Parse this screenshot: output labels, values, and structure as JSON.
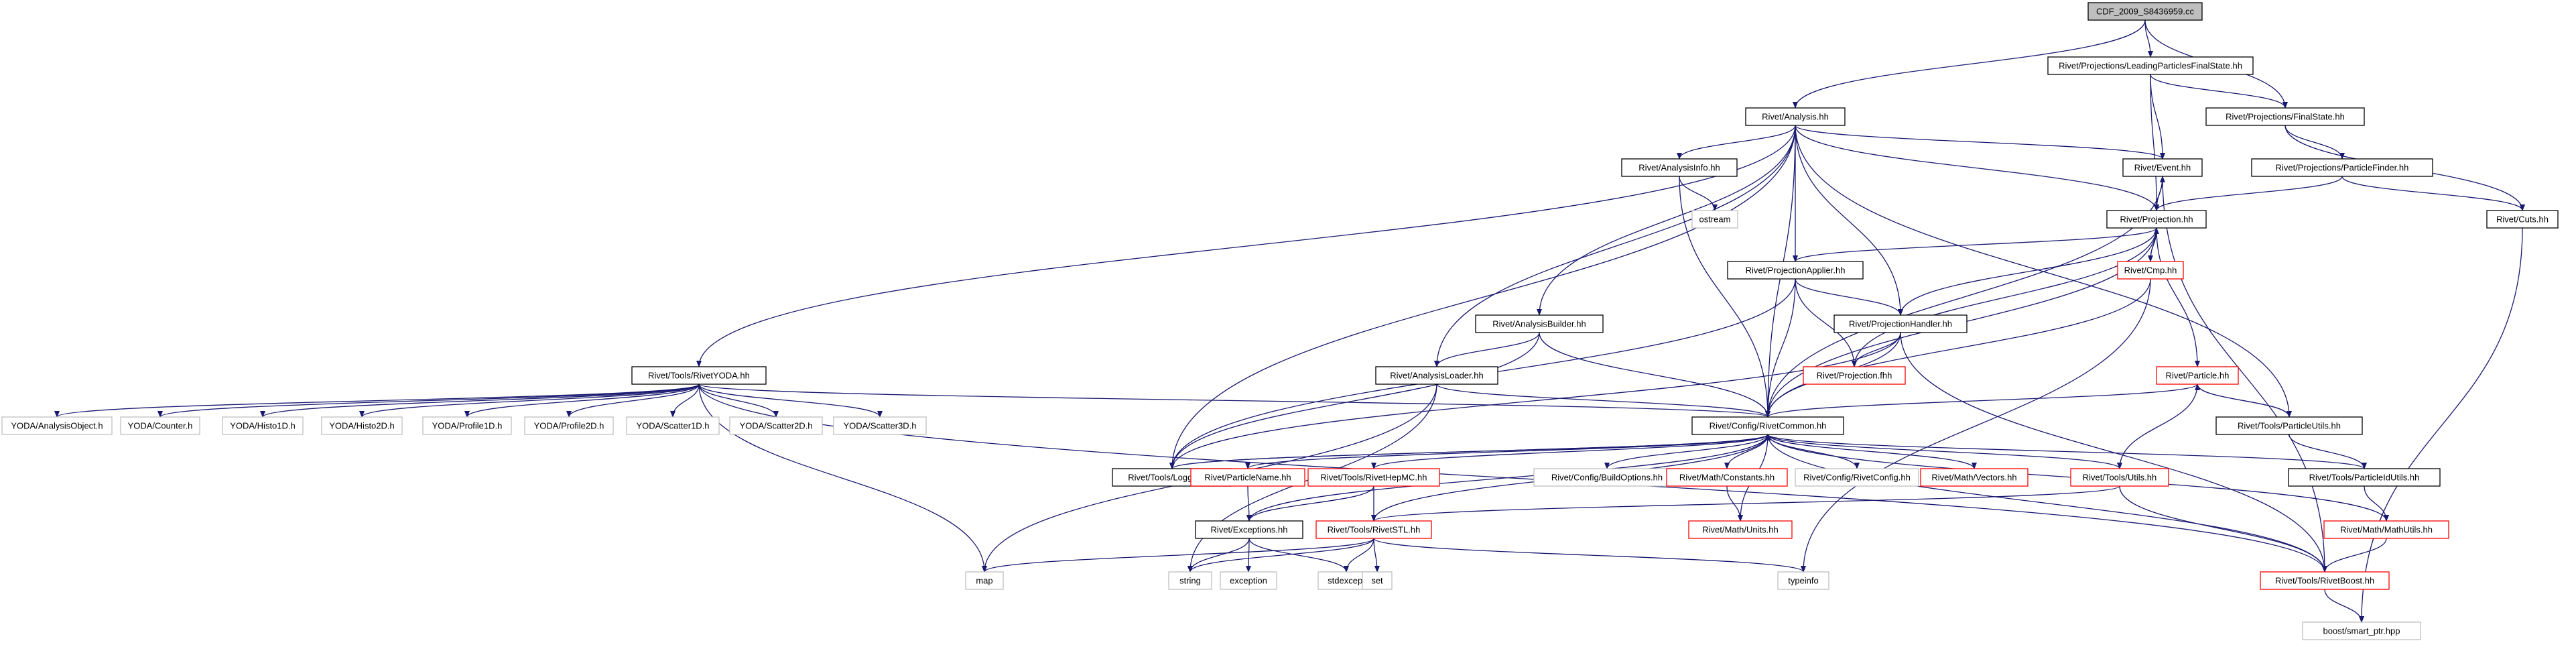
{
  "graph": {
    "root": "CDF_2009_S8436959.cc",
    "colors": {
      "edge": "#191970",
      "border_plain": "#000000",
      "border_unresolved": "#bfbfbf",
      "border_red": "#ff0000",
      "root_fill": "#bfbfbf",
      "fill": "#ffffff"
    },
    "nodes": [
      {
        "id": "root",
        "label": "CDF_2009_S8436959.cc",
        "style": "root"
      },
      {
        "id": "lpfs",
        "label": "Rivet/Projections/LeadingParticlesFinalState.hh",
        "style": "plain"
      },
      {
        "id": "analysis",
        "label": "Rivet/Analysis.hh",
        "style": "plain"
      },
      {
        "id": "finalstate",
        "label": "Rivet/Projections/FinalState.hh",
        "style": "plain"
      },
      {
        "id": "event",
        "label": "Rivet/Event.hh",
        "style": "plain"
      },
      {
        "id": "analysisinfo",
        "label": "Rivet/AnalysisInfo.hh",
        "style": "plain"
      },
      {
        "id": "particlefinder",
        "label": "Rivet/Projections/ParticleFinder.hh",
        "style": "plain"
      },
      {
        "id": "projection",
        "label": "Rivet/Projection.hh",
        "style": "plain"
      },
      {
        "id": "ostream",
        "label": "ostream",
        "style": "unresolved"
      },
      {
        "id": "cuts",
        "label": "Rivet/Cuts.hh",
        "style": "plain"
      },
      {
        "id": "projapplier",
        "label": "Rivet/ProjectionApplier.hh",
        "style": "plain"
      },
      {
        "id": "cmp",
        "label": "Rivet/Cmp.hh",
        "style": "red"
      },
      {
        "id": "analysisbuilder",
        "label": "Rivet/AnalysisBuilder.hh",
        "style": "plain"
      },
      {
        "id": "projhandler",
        "label": "Rivet/ProjectionHandler.hh",
        "style": "plain"
      },
      {
        "id": "particle",
        "label": "Rivet/Particle.hh",
        "style": "red"
      },
      {
        "id": "rivetyoda",
        "label": "Rivet/Tools/RivetYODA.hh",
        "style": "plain"
      },
      {
        "id": "analysisloader",
        "label": "Rivet/AnalysisLoader.hh",
        "style": "plain"
      },
      {
        "id": "projfhh",
        "label": "Rivet/Projection.fhh",
        "style": "red"
      },
      {
        "id": "particleutils",
        "label": "Rivet/Tools/ParticleUtils.hh",
        "style": "plain"
      },
      {
        "id": "yao",
        "label": "YODA/AnalysisObject.h",
        "style": "unresolved"
      },
      {
        "id": "ycounter",
        "label": "YODA/Counter.h",
        "style": "unresolved"
      },
      {
        "id": "yhisto1d",
        "label": "YODA/Histo1D.h",
        "style": "unresolved"
      },
      {
        "id": "yhisto2d",
        "label": "YODA/Histo2D.h",
        "style": "unresolved"
      },
      {
        "id": "yprofile1d",
        "label": "YODA/Profile1D.h",
        "style": "unresolved"
      },
      {
        "id": "yprofile2d",
        "label": "YODA/Profile2D.h",
        "style": "unresolved"
      },
      {
        "id": "yscatter1d",
        "label": "YODA/Scatter1D.h",
        "style": "unresolved"
      },
      {
        "id": "yscatter2d",
        "label": "YODA/Scatter2D.h",
        "style": "unresolved"
      },
      {
        "id": "yscatter3d",
        "label": "YODA/Scatter3D.h",
        "style": "unresolved"
      },
      {
        "id": "rivetcommon",
        "label": "Rivet/Config/RivetCommon.hh",
        "style": "plain"
      },
      {
        "id": "logging",
        "label": "Rivet/Tools/Logging.hh",
        "style": "plain"
      },
      {
        "id": "particlename",
        "label": "Rivet/ParticleName.hh",
        "style": "red"
      },
      {
        "id": "rivethepmc",
        "label": "Rivet/Tools/RivetHepMC.hh",
        "style": "red"
      },
      {
        "id": "buildoptions",
        "label": "Rivet/Config/BuildOptions.hh",
        "style": "unresolved"
      },
      {
        "id": "mathconstants",
        "label": "Rivet/Math/Constants.hh",
        "style": "red"
      },
      {
        "id": "rivetconfig",
        "label": "Rivet/Config/RivetConfig.hh",
        "style": "unresolved"
      },
      {
        "id": "mathvectors",
        "label": "Rivet/Math/Vectors.hh",
        "style": "red"
      },
      {
        "id": "toolsutils",
        "label": "Rivet/Tools/Utils.hh",
        "style": "red"
      },
      {
        "id": "particleidutils",
        "label": "Rivet/Tools/ParticleIdUtils.hh",
        "style": "plain"
      },
      {
        "id": "exceptions",
        "label": "Rivet/Exceptions.hh",
        "style": "plain"
      },
      {
        "id": "rivetstl",
        "label": "Rivet/Tools/RivetSTL.hh",
        "style": "red"
      },
      {
        "id": "mathunits",
        "label": "Rivet/Math/Units.hh",
        "style": "red"
      },
      {
        "id": "mathutils",
        "label": "Rivet/Math/MathUtils.hh",
        "style": "red"
      },
      {
        "id": "map",
        "label": "map",
        "style": "unresolved"
      },
      {
        "id": "string",
        "label": "string",
        "style": "unresolved"
      },
      {
        "id": "exception",
        "label": "exception",
        "style": "unresolved"
      },
      {
        "id": "stdexcept",
        "label": "stdexcept",
        "style": "unresolved"
      },
      {
        "id": "set",
        "label": "set",
        "style": "unresolved"
      },
      {
        "id": "typeinfo",
        "label": "typeinfo",
        "style": "unresolved"
      },
      {
        "id": "rivetboost",
        "label": "Rivet/Tools/RivetBoost.hh",
        "style": "red"
      },
      {
        "id": "smartptr",
        "label": "boost/smart_ptr.hpp",
        "style": "unresolved"
      }
    ],
    "edges": [
      [
        "root",
        "lpfs"
      ],
      [
        "root",
        "analysis"
      ],
      [
        "root",
        "finalstate"
      ],
      [
        "lpfs",
        "finalstate"
      ],
      [
        "lpfs",
        "event"
      ],
      [
        "lpfs",
        "projection"
      ],
      [
        "analysis",
        "analysisinfo"
      ],
      [
        "analysis",
        "event"
      ],
      [
        "analysis",
        "projection"
      ],
      [
        "analysis",
        "projapplier"
      ],
      [
        "analysis",
        "projhandler"
      ],
      [
        "analysis",
        "analysisbuilder"
      ],
      [
        "analysis",
        "analysisloader"
      ],
      [
        "analysis",
        "rivetyoda"
      ],
      [
        "analysis",
        "rivetcommon"
      ],
      [
        "analysis",
        "logging"
      ],
      [
        "analysis",
        "particleutils"
      ],
      [
        "finalstate",
        "particlefinder"
      ],
      [
        "finalstate",
        "cuts"
      ],
      [
        "particlefinder",
        "projection"
      ],
      [
        "particlefinder",
        "cuts"
      ],
      [
        "event",
        "projection"
      ],
      [
        "event",
        "rivetcommon"
      ],
      [
        "event",
        "rivetboost"
      ],
      [
        "analysisinfo",
        "ostream"
      ],
      [
        "analysisinfo",
        "rivetcommon"
      ],
      [
        "projection",
        "event"
      ],
      [
        "projection",
        "cmp"
      ],
      [
        "projection",
        "projapplier"
      ],
      [
        "projection",
        "projhandler"
      ],
      [
        "projection",
        "projfhh"
      ],
      [
        "projection",
        "particle"
      ],
      [
        "projection",
        "rivetcommon"
      ],
      [
        "cmp",
        "projection"
      ],
      [
        "cmp",
        "rivetcommon"
      ],
      [
        "cmp",
        "typeinfo"
      ],
      [
        "cuts",
        "smartptr"
      ],
      [
        "projapplier",
        "projhandler"
      ],
      [
        "projapplier",
        "projfhh"
      ],
      [
        "projapplier",
        "rivetcommon"
      ],
      [
        "projapplier",
        "logging"
      ],
      [
        "projhandler",
        "projfhh"
      ],
      [
        "projhandler",
        "rivetcommon"
      ],
      [
        "projhandler",
        "logging"
      ],
      [
        "projhandler",
        "rivetboost"
      ],
      [
        "analysisbuilder",
        "analysisloader"
      ],
      [
        "analysisbuilder",
        "rivetcommon"
      ],
      [
        "analysisbuilder",
        "logging"
      ],
      [
        "analysisloader",
        "rivetcommon"
      ],
      [
        "analysisloader",
        "map"
      ],
      [
        "analysisloader",
        "string"
      ],
      [
        "particle",
        "particleutils"
      ],
      [
        "particle",
        "rivetcommon"
      ],
      [
        "particle",
        "toolsutils"
      ],
      [
        "particleutils",
        "particle"
      ],
      [
        "particleutils",
        "particleidutils"
      ],
      [
        "rivetyoda",
        "yao"
      ],
      [
        "rivetyoda",
        "ycounter"
      ],
      [
        "rivetyoda",
        "yhisto1d"
      ],
      [
        "rivetyoda",
        "yhisto2d"
      ],
      [
        "rivetyoda",
        "yprofile1d"
      ],
      [
        "rivetyoda",
        "yprofile2d"
      ],
      [
        "rivetyoda",
        "yscatter1d"
      ],
      [
        "rivetyoda",
        "yscatter2d"
      ],
      [
        "rivetyoda",
        "yscatter3d"
      ],
      [
        "rivetyoda",
        "rivetcommon"
      ],
      [
        "rivetyoda",
        "map"
      ],
      [
        "rivetyoda",
        "rivetboost"
      ],
      [
        "rivetcommon",
        "logging"
      ],
      [
        "rivetcommon",
        "particlename"
      ],
      [
        "rivetcommon",
        "rivethepmc"
      ],
      [
        "rivetcommon",
        "buildoptions"
      ],
      [
        "rivetcommon",
        "mathconstants"
      ],
      [
        "rivetcommon",
        "rivetconfig"
      ],
      [
        "rivetcommon",
        "mathvectors"
      ],
      [
        "rivetcommon",
        "toolsutils"
      ],
      [
        "rivetcommon",
        "particleidutils"
      ],
      [
        "rivetcommon",
        "exceptions"
      ],
      [
        "rivetcommon",
        "rivetstl"
      ],
      [
        "rivetcommon",
        "mathunits"
      ],
      [
        "rivetcommon",
        "mathutils"
      ],
      [
        "rivetcommon",
        "rivetboost"
      ],
      [
        "logging",
        "rivetcommon"
      ],
      [
        "particlename",
        "exceptions"
      ],
      [
        "rivethepmc",
        "exceptions"
      ],
      [
        "rivethepmc",
        "rivetstl"
      ],
      [
        "mathconstants",
        "mathunits"
      ],
      [
        "toolsutils",
        "rivetstl"
      ],
      [
        "toolsutils",
        "rivetboost"
      ],
      [
        "particleidutils",
        "mathutils"
      ],
      [
        "exceptions",
        "string"
      ],
      [
        "exceptions",
        "exception"
      ],
      [
        "exceptions",
        "stdexcept"
      ],
      [
        "rivetstl",
        "map"
      ],
      [
        "rivetstl",
        "string"
      ],
      [
        "rivetstl",
        "stdexcept"
      ],
      [
        "rivetstl",
        "set"
      ],
      [
        "rivetstl",
        "typeinfo"
      ],
      [
        "mathutils",
        "rivetboost"
      ],
      [
        "rivetboost",
        "smartptr"
      ]
    ]
  }
}
